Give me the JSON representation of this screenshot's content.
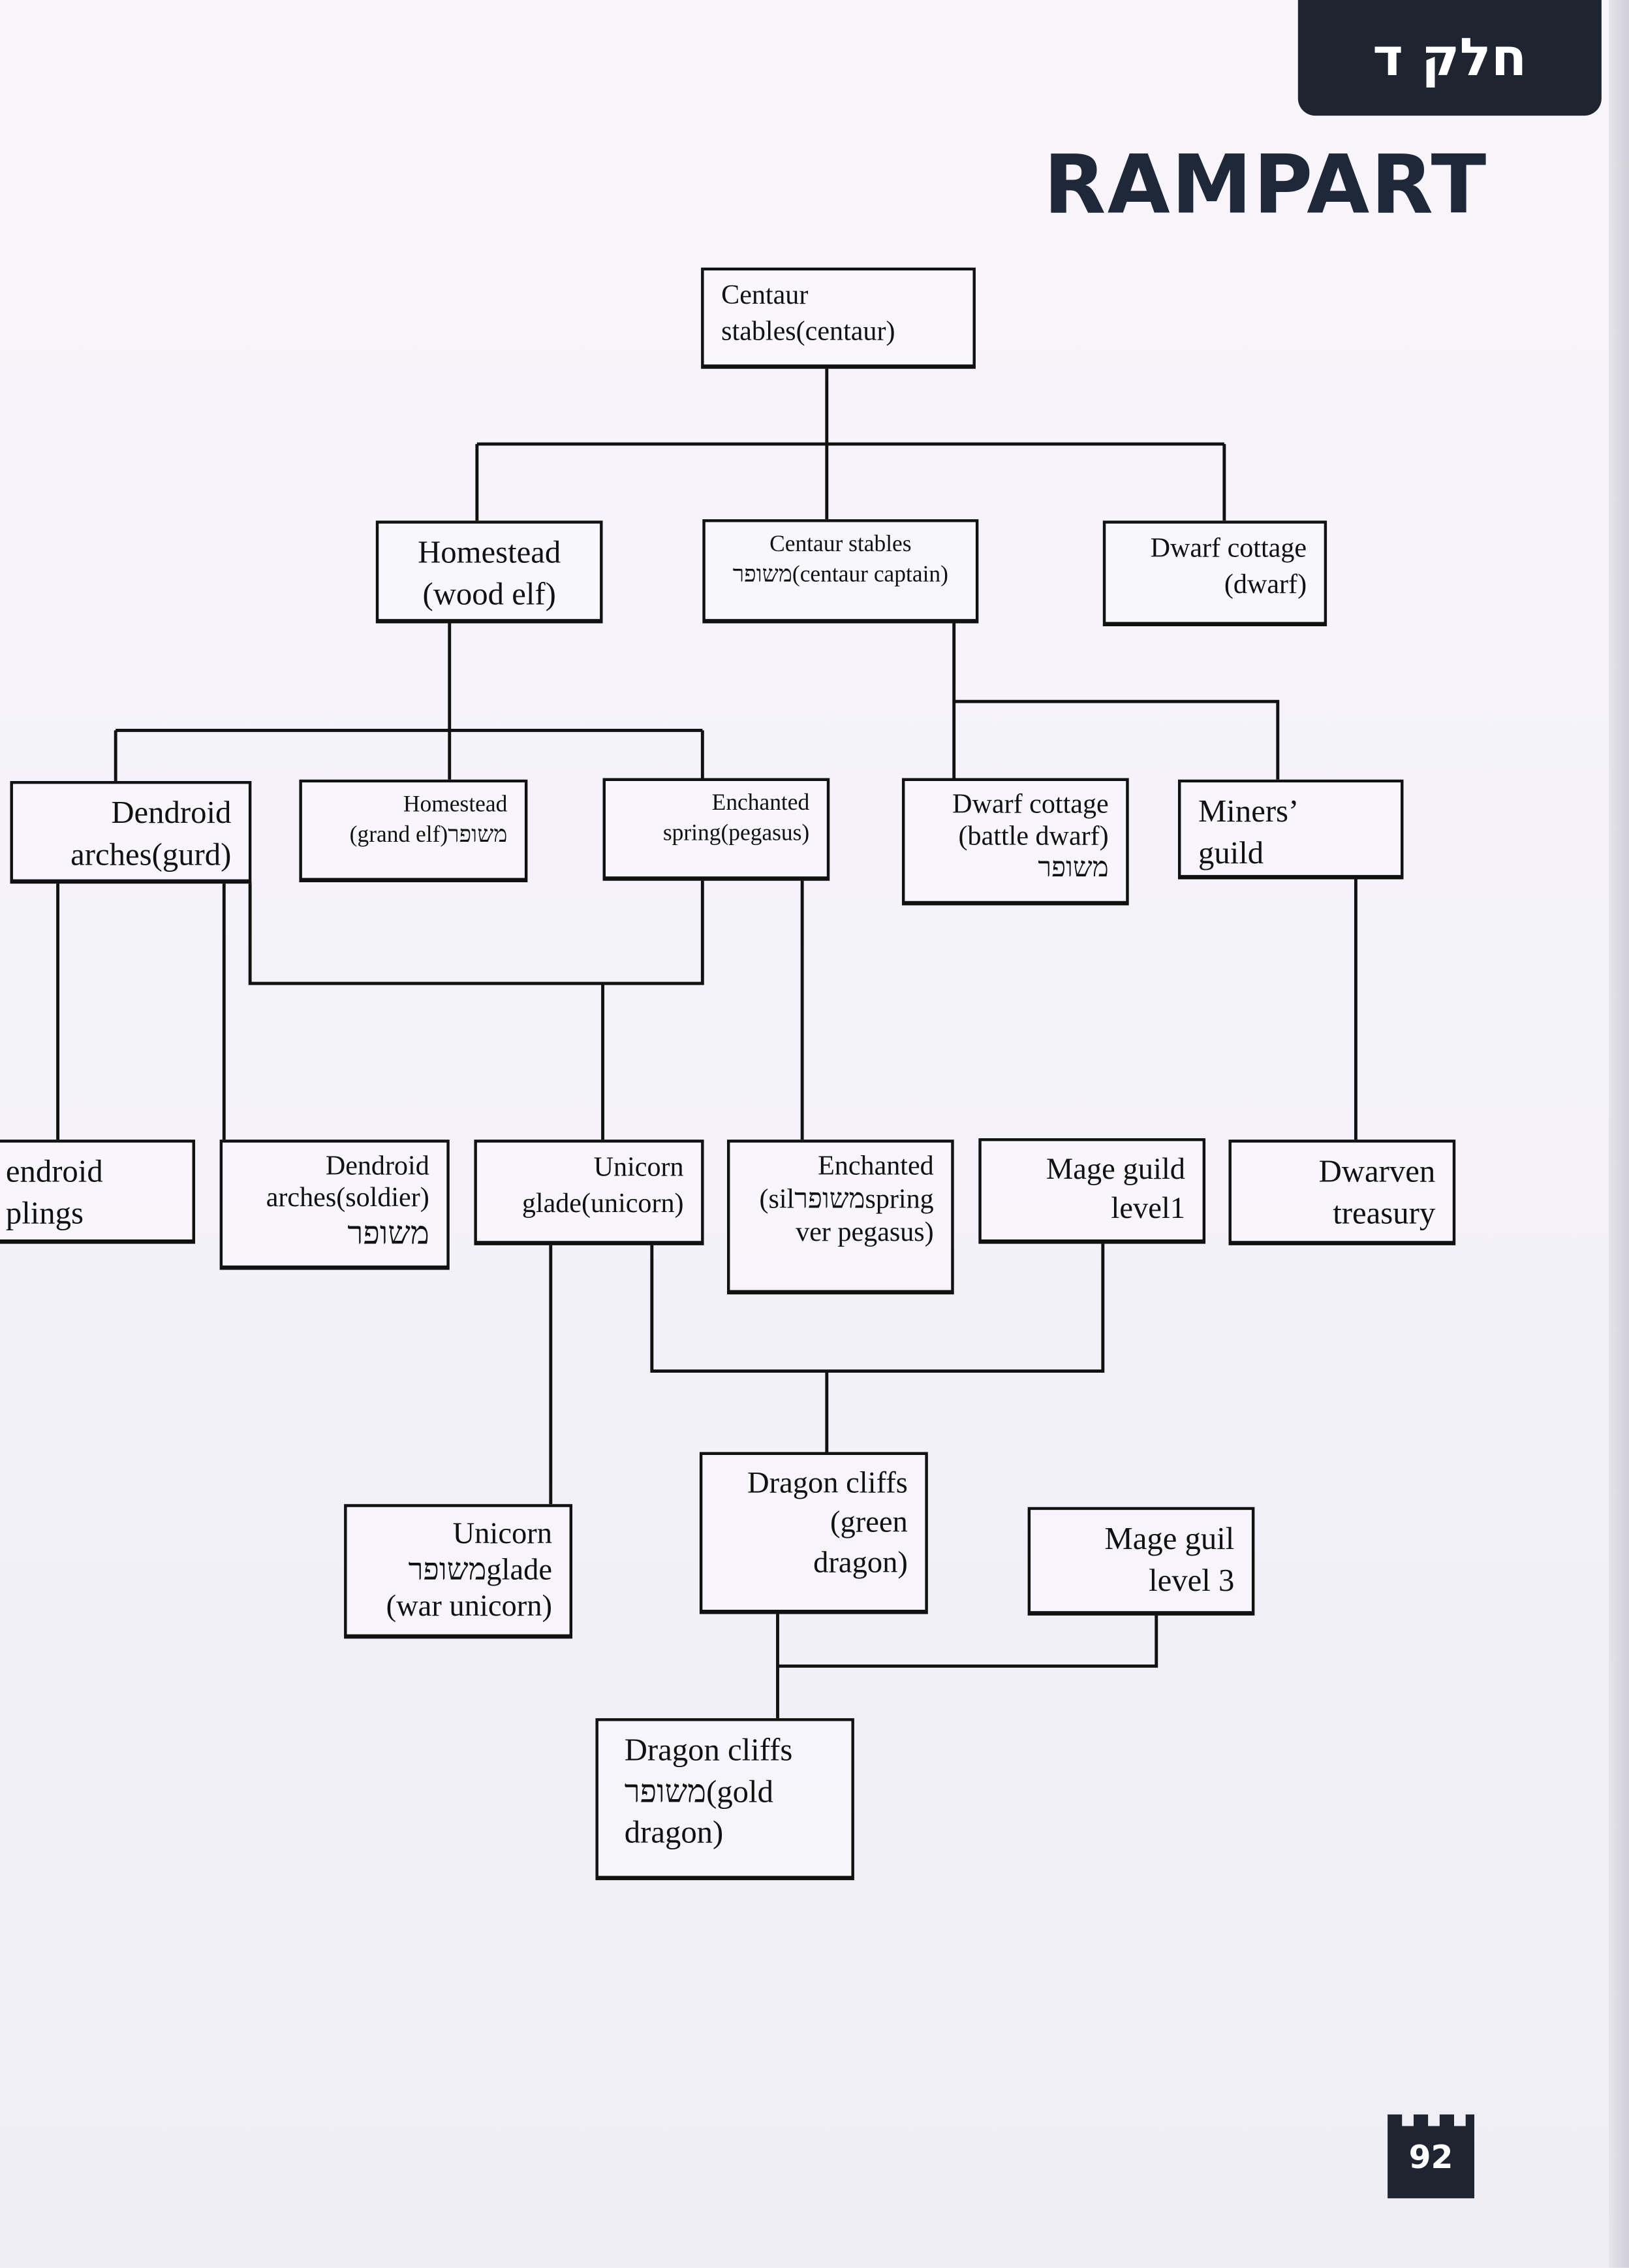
{
  "header": {
    "section_tab": "חלק ד",
    "title": "RAMPART"
  },
  "nodes": {
    "centaur_stables": [
      "Centaur",
      "stables(centaur)"
    ],
    "homestead": [
      "Homestead",
      "(wood elf)"
    ],
    "centaur_captain": [
      "Centaur  stables",
      "משופר(centaur captain)"
    ],
    "dwarf_cottage": [
      "Dwarf cottage",
      "(dwarf)"
    ],
    "dendroid_arches": [
      "Dendroid",
      "arches(gurd)"
    ],
    "homestead_grand": [
      "Homestead",
      "(grand elf)משופר"
    ],
    "enchanted_spring": [
      "Enchanted",
      "spring(pegasus)"
    ],
    "dwarf_cottage_battle": [
      "Dwarf cottage",
      "(battle dwarf)",
      "משופר"
    ],
    "miners_guild": [
      "Miners’",
      "guild"
    ],
    "dendroid_saplings": [
      "endroid",
      "plings"
    ],
    "dendroid_soldier": [
      "Dendroid",
      "arches(soldier)",
      "משופר"
    ],
    "unicorn_glade": [
      "Unicorn",
      "glade(unicorn)"
    ],
    "enchanted_silver": [
      "Enchanted",
      "(silמשופרspring",
      "ver pegasus)"
    ],
    "mage_guild_1": [
      "Mage guild",
      "level1"
    ],
    "dwarven_treasury": [
      "Dwarven",
      "treasury"
    ],
    "dragon_cliffs": [
      "Dragon cliffs",
      "(green",
      "dragon)"
    ],
    "mage_guild_3": [
      "Mage guil",
      "level 3"
    ],
    "unicorn_war": [
      "Unicorn",
      "משופרglade",
      "(war unicorn)"
    ],
    "dragon_gold": [
      "Dragon cliffs",
      "משופר(gold",
      "dragon)"
    ]
  },
  "footer": {
    "page_number": "92"
  }
}
